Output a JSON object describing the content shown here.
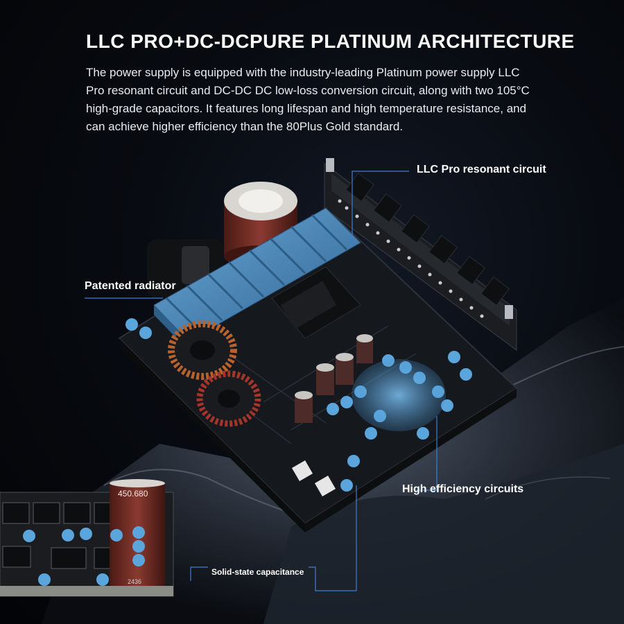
{
  "header": {
    "title": "LLC PRO+DC-DCPURE PLATINUM ARCHITECTURE",
    "description": "The power supply is equipped with the industry-leading Platinum power supply LLC Pro resonant circuit and DC-DC DC low-loss conversion circuit, along with two 105°C high-grade capacitors. It features long lifespan and high temperature resistance, and can achieve higher efficiency than the 80Plus Gold standard."
  },
  "callouts": {
    "llc_pro": "LLC Pro resonant circuit",
    "radiator": "Patented radiator",
    "efficiency": "High efficiency circuits",
    "capacitance": "Solid-state capacitance"
  },
  "component_print": {
    "capacitor_value": "450.680",
    "board_code": "2436"
  },
  "colors": {
    "background": "#05070b",
    "heatsink_blue": "#4a86b8",
    "highlight_blue": "#6fb2e8",
    "callout_line": "#3b7fd4",
    "capacitor_brown": "#6e2a22",
    "pcb": "#15181c"
  }
}
